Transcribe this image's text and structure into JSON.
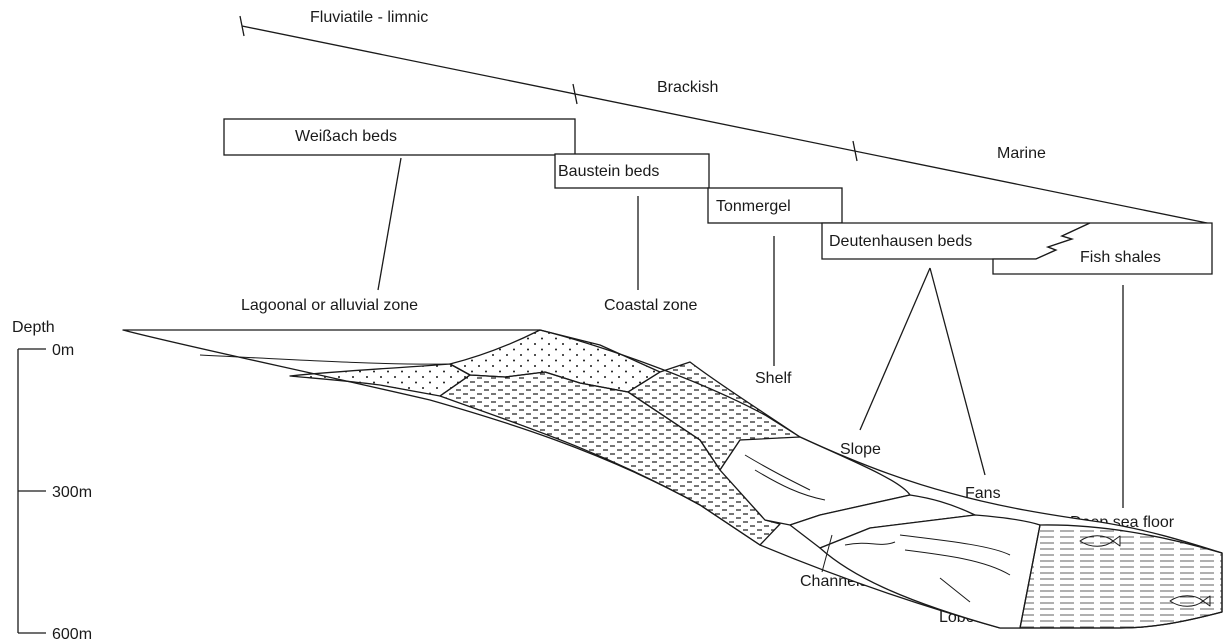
{
  "salinity": {
    "fluviatile": "Fluviatile - limnic",
    "brackish": "Brackish",
    "marine": "Marine"
  },
  "formations": {
    "weissach": "Weißach beds",
    "baustein": "Baustein beds",
    "tonmergel": "Tonmergel",
    "deutenhausen": "Deutenhausen beds",
    "fish_shales": "Fish shales"
  },
  "zones": {
    "lagoonal": "Lagoonal or alluvial zone",
    "coastal": "Coastal zone",
    "shelf": "Shelf",
    "slope": "Slope",
    "fans": "Fans",
    "deep_sea": "Deep sea floor",
    "channels": "Channels",
    "lobes": "Lobes"
  },
  "depth_scale": {
    "title": "Depth",
    "ticks": [
      "0m",
      "300m",
      "600m"
    ]
  },
  "colors": {
    "stroke": "#1a1a1a",
    "background": "#ffffff"
  }
}
